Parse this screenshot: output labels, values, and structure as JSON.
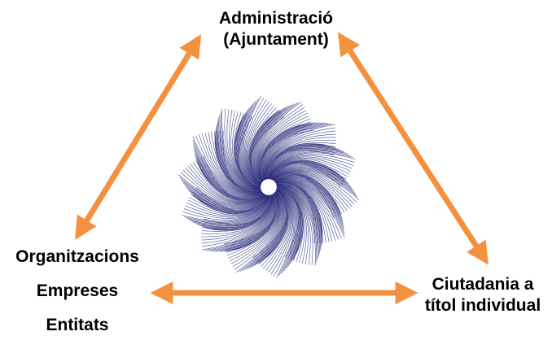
{
  "nodes": {
    "top": {
      "line1": "Administració",
      "line2": "(Ajuntament)"
    },
    "right": {
      "line1": "Ciutadania a",
      "line2": "títol individual"
    },
    "left": {
      "line1": "Organitzacions",
      "line2": "Empreses",
      "line3": "Entitats"
    }
  },
  "colors": {
    "arrow": "#F4913E",
    "spiral": "#2A2C7A",
    "text": "#000000"
  },
  "icons": {
    "center": "spiral-mandala"
  }
}
